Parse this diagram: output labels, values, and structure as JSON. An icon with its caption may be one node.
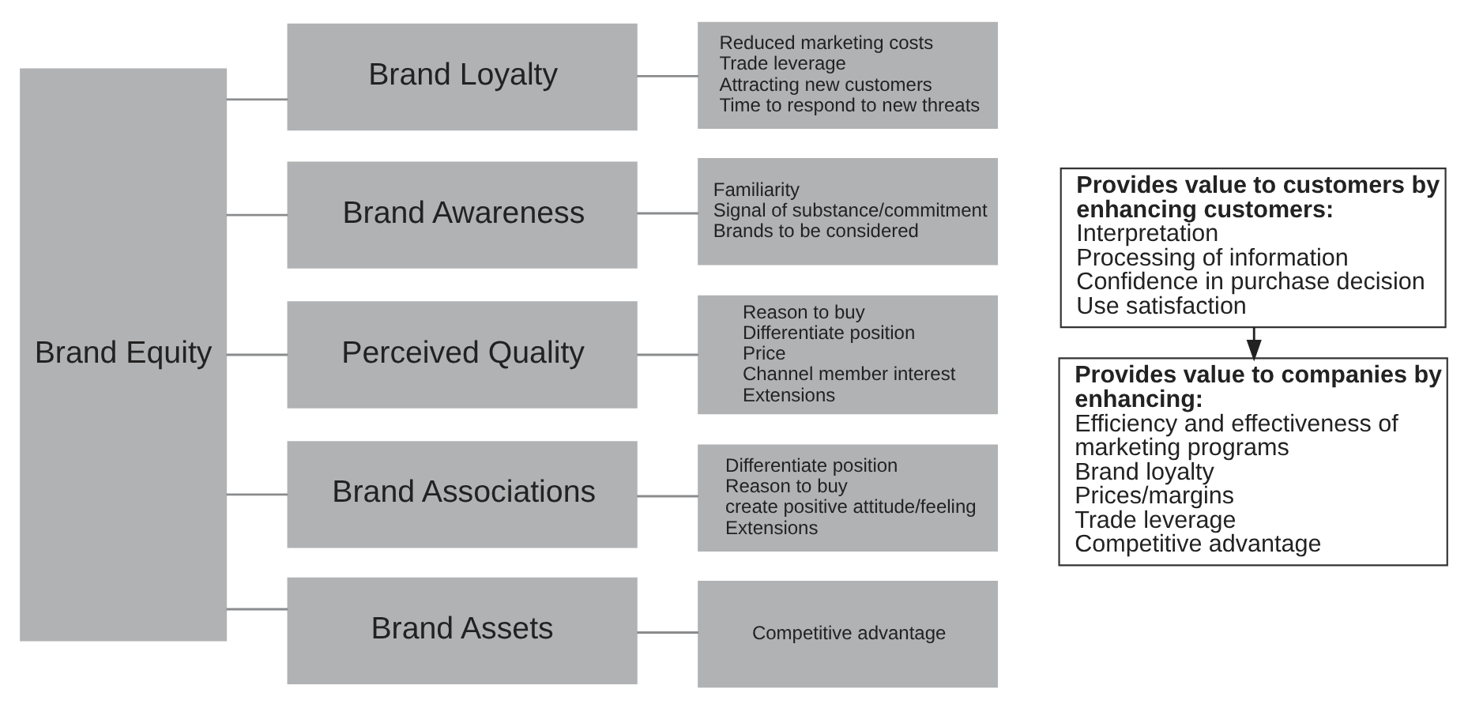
{
  "diagram": {
    "nodes": [
      {
        "text": [
          "Brand Equity"
        ]
      },
      {
        "text": [
          "Brand Loyalty"
        ]
      },
      {
        "text": [
          "Reduced marketing costs",
          "Trade leverage",
          "Attracting new customers",
          "Time to respond to new threats"
        ]
      },
      {
        "text": [
          "Brand Awareness"
        ]
      },
      {
        "text": [
          "Familiarity",
          "Signal of substance/commitment",
          "Brands to be considered"
        ]
      },
      {
        "text": [
          "Perceived Quality"
        ]
      },
      {
        "text": [
          "Reason to buy",
          "Differentiate position",
          "Price",
          "Channel member interest",
          "Extensions"
        ]
      },
      {
        "text": [
          "Brand Associations"
        ]
      },
      {
        "text": [
          "Differentiate position",
          "Reason to buy",
          "create positive attitude/feeling",
          "Extensions"
        ]
      },
      {
        "text": [
          "Brand Assets"
        ]
      },
      {
        "text": [
          "Competitive advantage"
        ]
      },
      {
        "text": [
          "Provides value to customers by enhancing customers:",
          "Interpretation",
          "Processing of information",
          "Confidence in purchase decision",
          "Use satisfaction"
        ]
      },
      {
        "text": [
          "Provides value to companies by enhancing:",
          "Efficiency and effectiveness of marketing programs",
          "Brand loyalty",
          "Prices/margins",
          "Trade leverage",
          "Competitive advantage"
        ]
      }
    ],
    "edges": [
      {
        "from": 0,
        "to": 1,
        "arrow": "none"
      },
      {
        "from": 0,
        "to": 3,
        "arrow": "none"
      },
      {
        "from": 0,
        "to": 5,
        "arrow": "none"
      },
      {
        "from": 0,
        "to": 7,
        "arrow": "none"
      },
      {
        "from": 0,
        "to": 9,
        "arrow": "none"
      },
      {
        "from": 1,
        "to": 2,
        "arrow": "none"
      },
      {
        "from": 3,
        "to": 4,
        "arrow": "none"
      },
      {
        "from": 5,
        "to": 6,
        "arrow": "none"
      },
      {
        "from": 7,
        "to": 8,
        "arrow": "none"
      },
      {
        "from": 9,
        "to": 10,
        "arrow": "none"
      },
      {
        "from": 11,
        "to": 12,
        "arrow": "to",
        "color": "#222222"
      }
    ]
  }
}
